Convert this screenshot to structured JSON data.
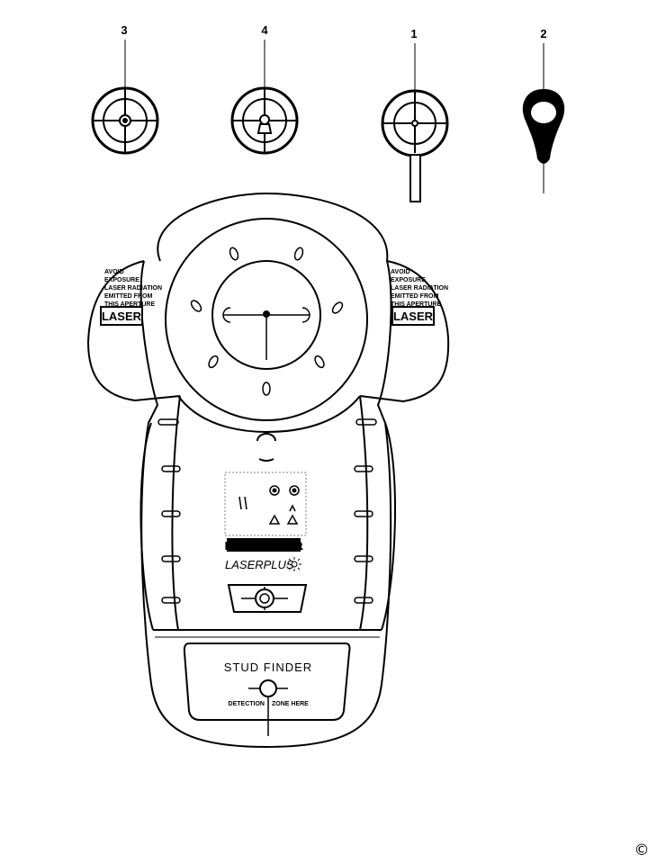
{
  "callouts": {
    "c1": "1",
    "c2": "2",
    "c3": "3",
    "c4": "4"
  },
  "warning_left": [
    "AVOID",
    "EXPOSURE",
    "LASER RADIATION",
    "EMITTED FROM",
    "THIS APERTURE"
  ],
  "warning_right": [
    "AVOID",
    "EXPOSURE",
    "LASER RADIATION",
    "EMITTED FROM",
    "THIS APERTURE"
  ],
  "laser_label": "LASER",
  "brand": "BLACK&DECKER",
  "product": "LASERPLUS",
  "stud_finder": "STUD FINDER",
  "detection_left": "DETECTION",
  "detection_right": "ZONE HERE",
  "copyright": "©"
}
